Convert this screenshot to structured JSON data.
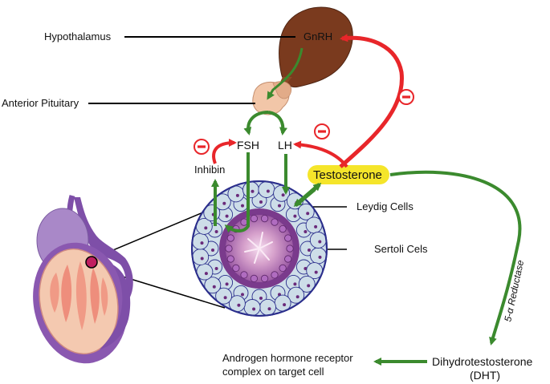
{
  "labels": {
    "hypothalamus": "Hypothalamus",
    "gnrh": "GnRH",
    "anterior_pituitary": "Anterior Pituitary",
    "fsh": "FSH",
    "lh": "LH",
    "inhibin": "Inhibin",
    "testosterone": "Testosterone",
    "leydig_cells": "Leydig Cells",
    "sertoli_cells": "Sertoli Cels",
    "enzyme": "5-α Reductase",
    "dht_line1": "Dihydrotestosterone",
    "dht_line2": "(DHT)",
    "receptor_line1": "Androgen hormone receptor",
    "receptor_line2": "complex on target cell"
  },
  "colors": {
    "stimulation_arrow": "#3b8a2e",
    "inhibition_arrow": "#e8262a",
    "inhibition_symbol": "#e8262a",
    "hypothalamus": "#7a3a1e",
    "pituitary": "#f2c6a8",
    "testosterone_highlight": "#f5e52a",
    "tubule_purple": "#7a3a8c",
    "testis_purple": "#8a58b0"
  },
  "icons": {
    "inhibition": "minus-circle-icon"
  }
}
